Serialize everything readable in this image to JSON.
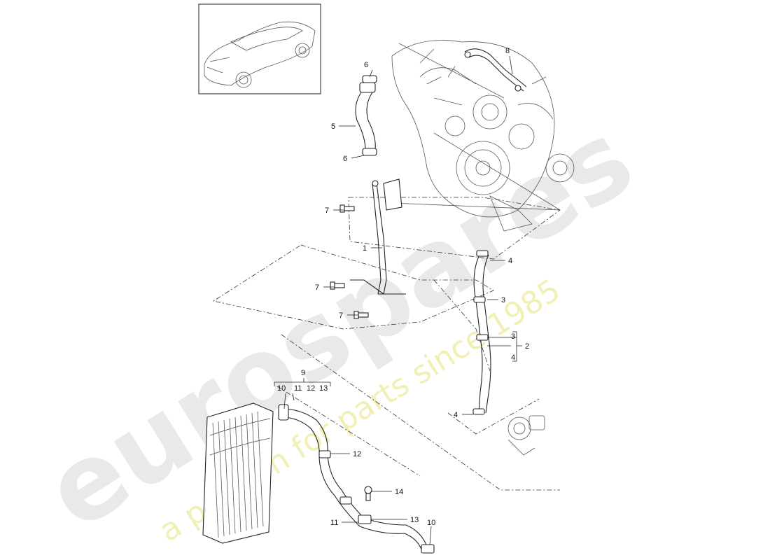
{
  "watermark": {
    "brand": "eurospares",
    "tagline": "a passion for parts since 1985"
  },
  "callouts": {
    "c1": "1",
    "c2": "2",
    "c3a": "3",
    "c3b": "3",
    "c4a": "4",
    "c4b": "4",
    "c4c": "4",
    "c5": "5",
    "c6a": "6",
    "c6b": "6",
    "c7a": "7",
    "c7b": "7",
    "c7c": "7",
    "c8": "8",
    "c9": "9",
    "c10a": "10",
    "c11a": "11",
    "c12a": "12",
    "c13a": "13",
    "c12b": "12",
    "c14": "14",
    "c11b": "11",
    "c13b": "13",
    "c10b": "10"
  }
}
